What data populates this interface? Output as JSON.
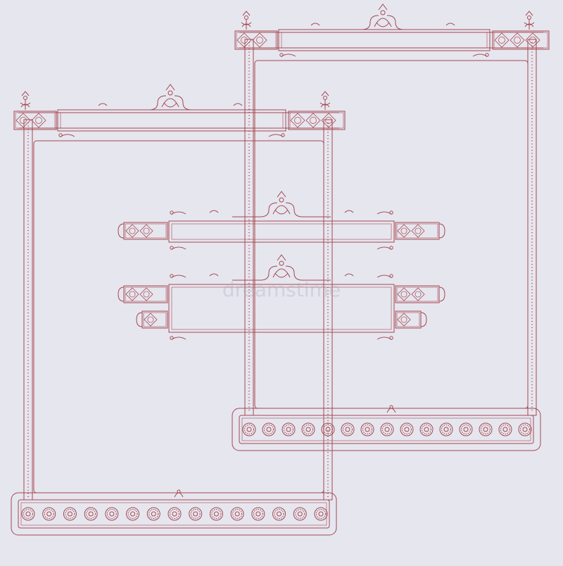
{
  "colors": {
    "background": "#e6e6ef",
    "ornament": "#a5484f"
  },
  "watermark": {
    "text": "dreamstime"
  },
  "frames": {
    "count": 2
  },
  "banners": {
    "count": 2
  }
}
